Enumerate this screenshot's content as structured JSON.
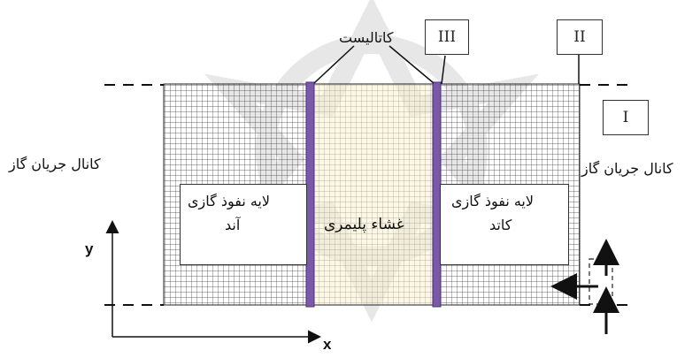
{
  "labels": {
    "catalyst": "کاتالیست",
    "gas_channel_left": "کانال جریان گاز",
    "gas_channel_right": "کانال جریان گاز",
    "anode_gdl_line1": "لایه نفوذ گازی",
    "anode_gdl_line2": "آند",
    "membrane": "غشاء پلیمری",
    "cathode_gdl_line1": "لایه نفوذ گازی",
    "cathode_gdl_line2": "کاتد",
    "axis_x": "x",
    "axis_y": "y",
    "boundary_I": "I",
    "boundary_II": "II",
    "boundary_III": "III"
  },
  "colors": {
    "grid_line": "#3a3a3a",
    "catalyst_layer": "#7a5aa8",
    "membrane_fill": "#fbf3d2",
    "watermark": "#d8d8d8"
  },
  "icons": [
    "arrow-icon"
  ]
}
